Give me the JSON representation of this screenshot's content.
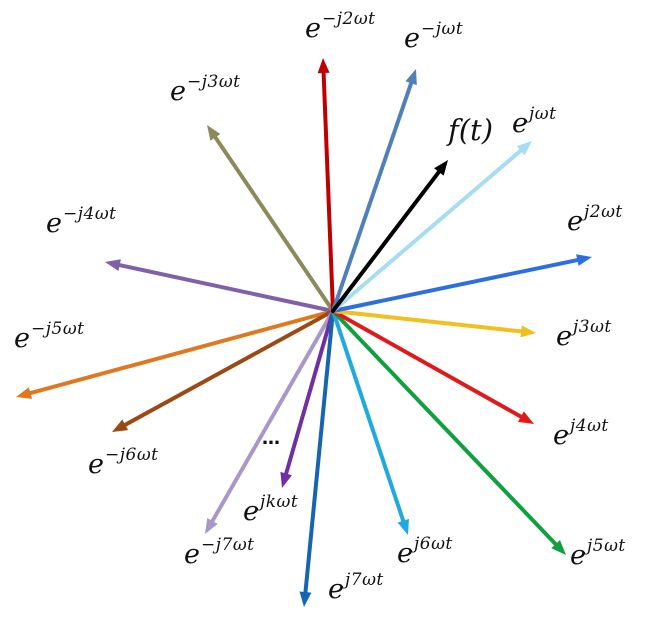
{
  "vectors": [
    {
      "id": "f",
      "color": "#000000",
      "base": "f(t)",
      "exp": ""
    },
    {
      "id": "pos1",
      "color": "#a8dcf0",
      "base": "e",
      "exp": "jωt"
    },
    {
      "id": "pos2",
      "color": "#2e6fe0",
      "base": "e",
      "exp": "j2ωt"
    },
    {
      "id": "pos3",
      "color": "#f0c020",
      "base": "e",
      "exp": "j3ωt"
    },
    {
      "id": "pos4",
      "color": "#e01a1a",
      "base": "e",
      "exp": "j4ωt"
    },
    {
      "id": "pos5",
      "color": "#10a040",
      "base": "e",
      "exp": "j5ωt"
    },
    {
      "id": "pos6",
      "color": "#20a8e0",
      "base": "e",
      "exp": "j6ωt"
    },
    {
      "id": "pos7",
      "color": "#1565b0",
      "base": "e",
      "exp": "j7ωt"
    },
    {
      "id": "posk",
      "color": "#7030a0",
      "base": "e",
      "exp": "jkωt"
    },
    {
      "id": "neg7",
      "color": "#a898c8",
      "base": "e",
      "exp": "−j7ωt"
    },
    {
      "id": "neg6",
      "color": "#9a4a12",
      "base": "e",
      "exp": "−j6ωt"
    },
    {
      "id": "neg5",
      "color": "#e07820",
      "base": "e",
      "exp": "−j5ωt"
    },
    {
      "id": "neg4",
      "color": "#8060a8",
      "base": "e",
      "exp": "−j4ωt"
    },
    {
      "id": "neg3",
      "color": "#8a8a5a",
      "base": "e",
      "exp": "−j3ωt"
    },
    {
      "id": "neg2",
      "color": "#c00000",
      "base": "e",
      "exp": "−j2ωt"
    },
    {
      "id": "neg1",
      "color": "#5080b8",
      "base": "e",
      "exp": "−jωt"
    }
  ],
  "ellipsis": "…"
}
